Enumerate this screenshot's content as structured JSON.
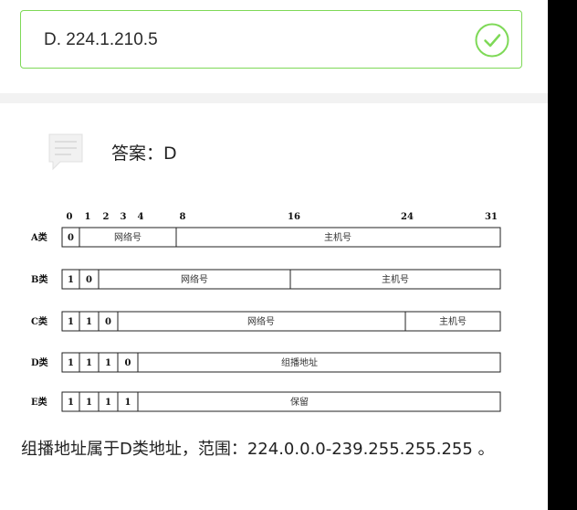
{
  "option": {
    "text": "D. 224.1.210.5",
    "status": "correct",
    "accent_color": "#7ed957"
  },
  "answer": {
    "icon": "document-icon",
    "text": "答案：D"
  },
  "diagram": {
    "bit_labels": [
      "0",
      "1",
      "2",
      "3",
      "4",
      "8",
      "16",
      "24",
      "31"
    ],
    "rows": [
      {
        "label": "A类",
        "bits": [
          "0"
        ],
        "fields": [
          "网络号",
          "主机号"
        ]
      },
      {
        "label": "B类",
        "bits": [
          "1",
          "0"
        ],
        "fields": [
          "网络号",
          "主机号"
        ]
      },
      {
        "label": "C类",
        "bits": [
          "1",
          "1",
          "0"
        ],
        "fields": [
          "网络号",
          "主机号"
        ]
      },
      {
        "label": "D类",
        "bits": [
          "1",
          "1",
          "1",
          "0"
        ],
        "fields": [
          "组播地址"
        ]
      },
      {
        "label": "E类",
        "bits": [
          "1",
          "1",
          "1",
          "1"
        ],
        "fields": [
          "保留"
        ]
      }
    ]
  },
  "explanation": {
    "text": "组播地址属于D类地址，范围：224.0.0.0-239.255.255.255 。"
  }
}
